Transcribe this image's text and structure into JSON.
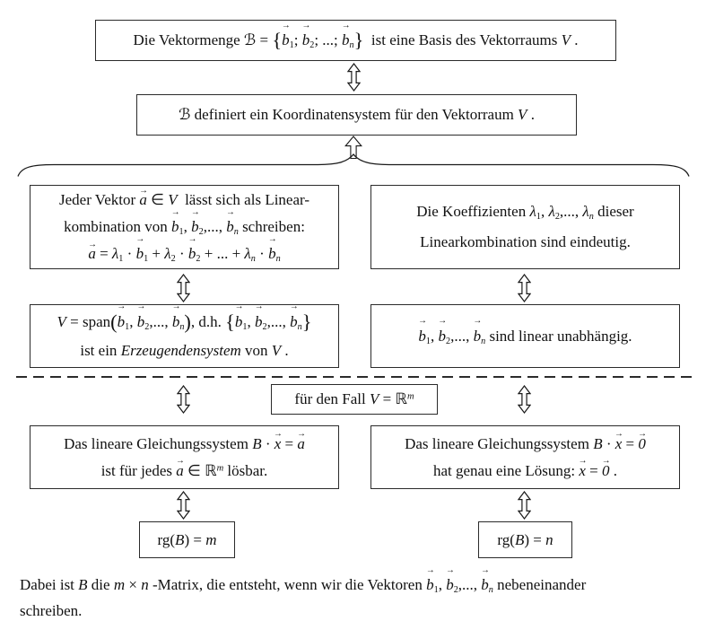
{
  "colors": {
    "background": "#ffffff",
    "text": "#111111",
    "border": "#2b2b2b"
  },
  "boxes": {
    "basis": {
      "html": "Die Vektormenge ℬ = <span class='br'>{</span><span class='v'>b</span><sub>1</sub>; <span class='v'>b</span><sub>2</sub>; ...; <span class='v'>b</span><sub><i>n</i></sub><span class='br'>}</span>  ist eine Basis des Vektorraums <i>V</i> ."
    },
    "koord": {
      "html": "ℬ definiert ein Koordinatensystem für den Vektorraum <i>V</i> ."
    },
    "row1_left": {
      "line1": "Jeder Vektor <span class='v short'>a</span> ∈ <i>V</i>  lässt sich als Linear-",
      "line2": "kombination von <span class='v'>b</span><sub>1</sub>, <span class='v'>b</span><sub>2</sub>,..., <span class='v'>b</span><sub><i>n</i></sub> schreiben:",
      "line3": "<span class='v short'>a</span> = <i>λ</i><sub>1</sub> · <span class='v'>b</span><sub>1</sub> + <i>λ</i><sub>2</sub> · <span class='v'>b</span><sub>2</sub> + ... + <i>λ</i><sub><i>n</i></sub> · <span class='v'>b</span><sub><i>n</i></sub>"
    },
    "row1_right": {
      "line1": "Die Koeffizienten <i>λ</i><sub>1</sub>, <i>λ</i><sub>2</sub>,..., <i>λ</i><sub><i>n</i></sub> dieser",
      "line2": "Linearkombination sind eindeutig."
    },
    "row2_left": {
      "line1": "<i>V</i> = span<span class='br'>(</span><span class='v'>b</span><sub>1</sub>, <span class='v'>b</span><sub>2</sub>,..., <span class='v'>b</span><sub><i>n</i></sub><span class='br'>)</span>, d.h. <span class='br'>{</span><span class='v'>b</span><sub>1</sub>, <span class='v'>b</span><sub>2</sub>,..., <span class='v'>b</span><sub><i>n</i></sub><span class='br'>}</span>",
      "line2": "ist ein <i>Erzeugendensystem</i> von <i>V</i> ."
    },
    "row2_right": {
      "line1": "<span class='v'>b</span><sub>1</sub>, <span class='v'>b</span><sub>2</sub>,..., <span class='v'>b</span><sub><i>n</i></sub> sind linear unabhängig."
    },
    "fall": {
      "html": "für den Fall <i>V</i> = ℝ<sup><i>m</i></sup>"
    },
    "row3_left": {
      "line1": "Das lineare Gleichungssystem <i>B</i> · <span class='v short'>x</span> = <span class='v short'>a</span>",
      "line2": "ist für jedes <span class='v short'>a</span> ∈ ℝ<sup><i>m</i></sup> lösbar."
    },
    "row3_right": {
      "line1": "Das lineare Gleichungssystem <i>B</i> · <span class='v short'>x</span> = <span class='v short'>0</span>",
      "line2": "hat genau eine Lösung: <span class='v short'>x</span> = <span class='v short'>0</span> ."
    },
    "rg_left": {
      "html": "rg(<i>B</i>) = <i>m</i>"
    },
    "rg_right": {
      "html": "rg(<i>B</i>) = <i>n</i>"
    }
  },
  "footer": {
    "line1": "Dabei ist <i>B</i> die <i>m</i> × <i>n</i>&nbsp;-Matrix, die entsteht, wenn wir die Vektoren <span class='v'>b</span><sub>1</sub>, <span class='v'>b</span><sub>2</sub>,..., <span class='v'>b</span><sub><i>n</i></sub> nebeneinander",
    "line2": "schreiben."
  },
  "icons": {
    "equivalence_arrow": "hollow-updown-arrow",
    "implication_arrow": "hollow-up-arrow",
    "brace": "overbrace"
  }
}
